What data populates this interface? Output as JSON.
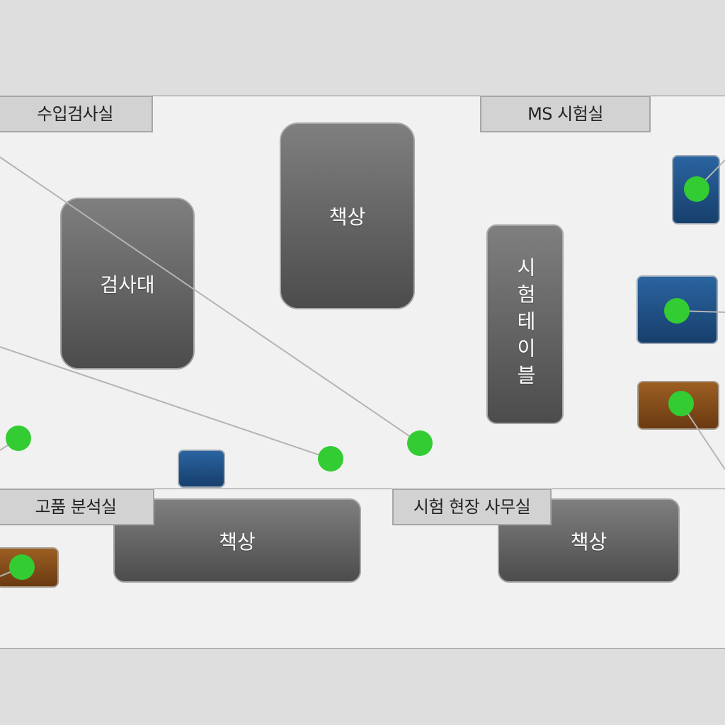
{
  "rooms": {
    "incoming_inspection": "수입검사실",
    "ms_test": "MS 시험실",
    "waste_analysis": "고품 분석실",
    "field_office": "시험 현장 사무실"
  },
  "furniture": {
    "inspection_table": "검사대",
    "desk_1": "책상",
    "desk_2": "책상",
    "desk_3": "책상",
    "test_table": "시험테이블"
  },
  "colors": {
    "sensor_dot": "#33cc33",
    "link_line": "#b4b4b4",
    "furniture_top": "#7f7f7f",
    "furniture_bottom": "#4c4c4c",
    "device_blue": "#245a91",
    "device_brown": "#8a531b"
  }
}
